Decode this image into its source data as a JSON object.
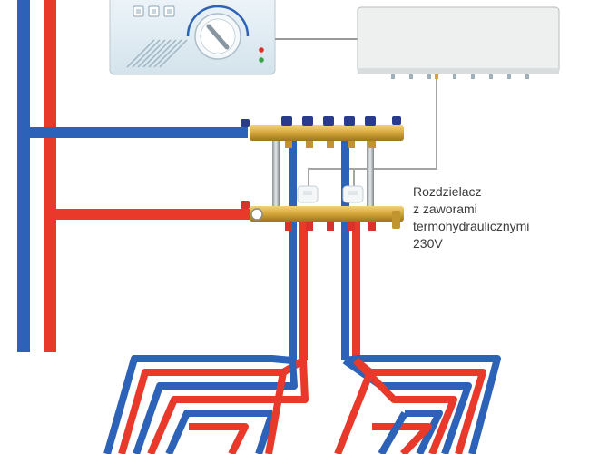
{
  "caption": {
    "lines": [
      "Rozdzielacz",
      "z zaworami",
      "termohydraulicznymi",
      "230V"
    ]
  },
  "colors": {
    "supply_pipe": "#e8392b",
    "return_pipe": "#2c63b8",
    "brass": "#d4a537",
    "thermostat_body": "#e3eef5",
    "controller_body": "#eef0f0",
    "connector_wire": "#9a9a9a",
    "valve_cap": "#2a3a8c"
  },
  "icons": {
    "thermostat_dial": "dial-icon",
    "thermostat_buttons": "button-icon",
    "led_indicators": "led-icon",
    "valve_heads": "valve-icon",
    "thermo_actuators": "actuator-icon"
  }
}
